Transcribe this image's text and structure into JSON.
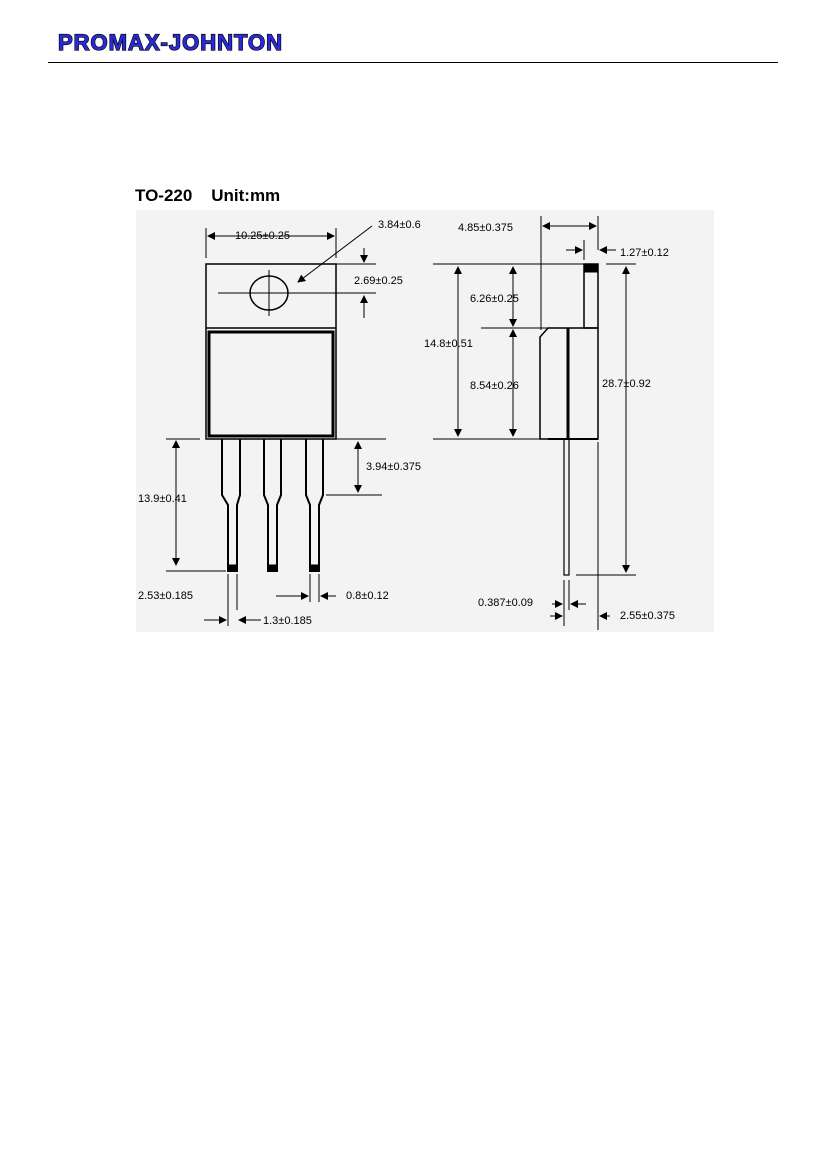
{
  "header": {
    "logo_text": "PROMAX-JOHNTON"
  },
  "figure": {
    "title": "TO-220",
    "unit": "Unit:mm",
    "dimensions": {
      "body_width": "10.25±0.25",
      "hole_diameter": "3.84±0.6",
      "hole_offset": "2.69±0.25",
      "lead_spacing_height": "3.94±0.375",
      "lead_length": "13.9±0.41",
      "lead_pitch_outer": "2.53±0.185",
      "lead_width_shoulder": "1.3±0.185",
      "lead_width": "0.8±0.12",
      "depth": "4.85±0.375",
      "tab_thickness": "1.27±0.12",
      "tab_height": "6.26±0.25",
      "body_height_total": "14.8±0.51",
      "body_height": "8.54±0.26",
      "overall_length": "28.7±0.92",
      "lead_thickness": "0.387±0.09",
      "lead_offset": "2.55±0.375"
    }
  }
}
